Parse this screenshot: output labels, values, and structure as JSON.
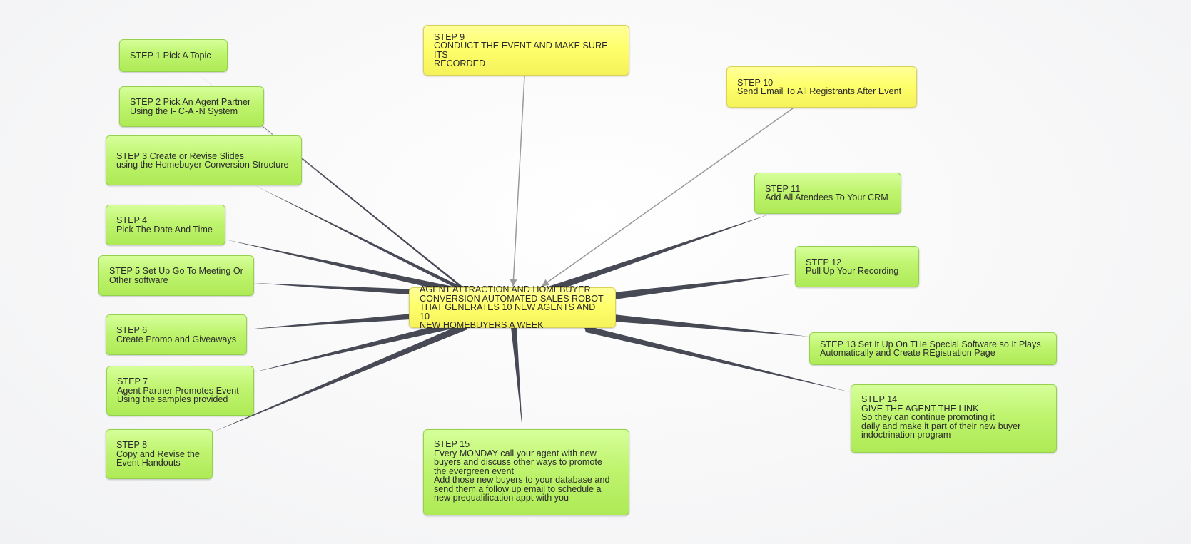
{
  "colors": {
    "green_node": "#b7f060",
    "yellow_node": "#ffff70",
    "spoke_line": "#474a55",
    "arrow_line": "#9a9a9a"
  },
  "diagram": {
    "center": {
      "text": "AGENT ATTRACTION AND HOMEBUYER\nCONVERSION AUTOMATED SALES ROBOT\nTHAT GENERATES 10 NEW AGENTS AND 10\nNEW HOMEBUYERS A WEEK"
    },
    "steps": [
      {
        "text": "STEP  1 Pick A Topic"
      },
      {
        "text": "STEP 2 Pick An Agent Partner\nUsing the I- C-A -N System"
      },
      {
        "text": "STEP 3  Create or Revise Slides\nusing the Homebuyer Conversion Structure"
      },
      {
        "text": "STEP 4\nPick The Date And Time"
      },
      {
        "text": "STEP 5 Set Up Go To Meeting Or\nOther software"
      },
      {
        "text": "STEP 6\nCreate Promo and Giveaways"
      },
      {
        "text": "STEP 7\nAgent Partner Promotes Event\nUsing the samples provided"
      },
      {
        "text": "STEP 8\nCopy and Revise the\nEvent Handouts"
      },
      {
        "text": "STEP 9\nCONDUCT THE EVENT AND MAKE SURE ITS\nRECORDED"
      },
      {
        "text": "STEP 10\nSend Email To All Registrants After Event"
      },
      {
        "text": "STEP 11\nAdd All Atendees To Your CRM"
      },
      {
        "text": "STEP 12\nPull Up Your Recording"
      },
      {
        "text": "STEP 13 Set It Up On THe Special Software so It Plays\nAutomatically and Create REgistration Page"
      },
      {
        "text": "STEP 14\nGIVE THE AGENT THE LINK\nSo they can continue promoting it\ndaily and make it part of their new buyer\nindoctrination program"
      },
      {
        "text": "STEP 15\nEvery MONDAY call your agent with new\nbuyers and discuss other ways to promote\nthe evergreen event\nAdd those new buyers to your database and\nsend them a follow up email to schedule a\nnew prequalification appt with you"
      }
    ]
  }
}
